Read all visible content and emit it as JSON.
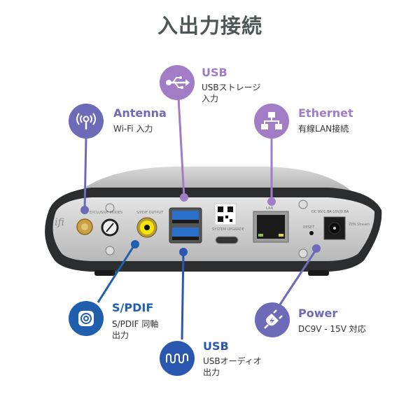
{
  "title": "入出力接続",
  "colors": {
    "purple_light": "#a27cc4",
    "purple_indigo": "#6d6ab8",
    "blue": "#1f5fae",
    "title_gray": "#4f5656"
  },
  "callouts": {
    "antenna": {
      "title": "Antenna",
      "subtitle": "Wi-Fi 入力",
      "icon": "wifi-antenna-icon"
    },
    "usb_storage": {
      "title": "USB",
      "subtitle": "USBストレージ\n入力",
      "icon": "usb-icon"
    },
    "ethernet": {
      "title": "Ethernet",
      "subtitle": "有線LAN接続",
      "icon": "network-icon"
    },
    "spdif": {
      "title": "S/PDIF",
      "subtitle": "S/PDIF 同軸\n出力",
      "icon": "coaxial-icon"
    },
    "usb_audio": {
      "title": "USB",
      "subtitle": "USBオーディオ\n出力",
      "icon": "audio-wave-icon"
    },
    "power": {
      "title": "Power",
      "subtitle": "DC9V - 15V 対応",
      "icon": "power-plug-icon"
    }
  },
  "device": {
    "brand_logo": "ifi",
    "labels": {
      "exclusive_modes": "EXCLUSIVE MODES",
      "spdif_output": "S/PDIF OUTPUT",
      "system_upgrade": "SYSTEM UPGRADE",
      "lan": "LAN",
      "reset": "RESET",
      "dc_rating": "DC 9V/1.8A-15V/0.8A",
      "model": "ZEN Stream"
    }
  }
}
